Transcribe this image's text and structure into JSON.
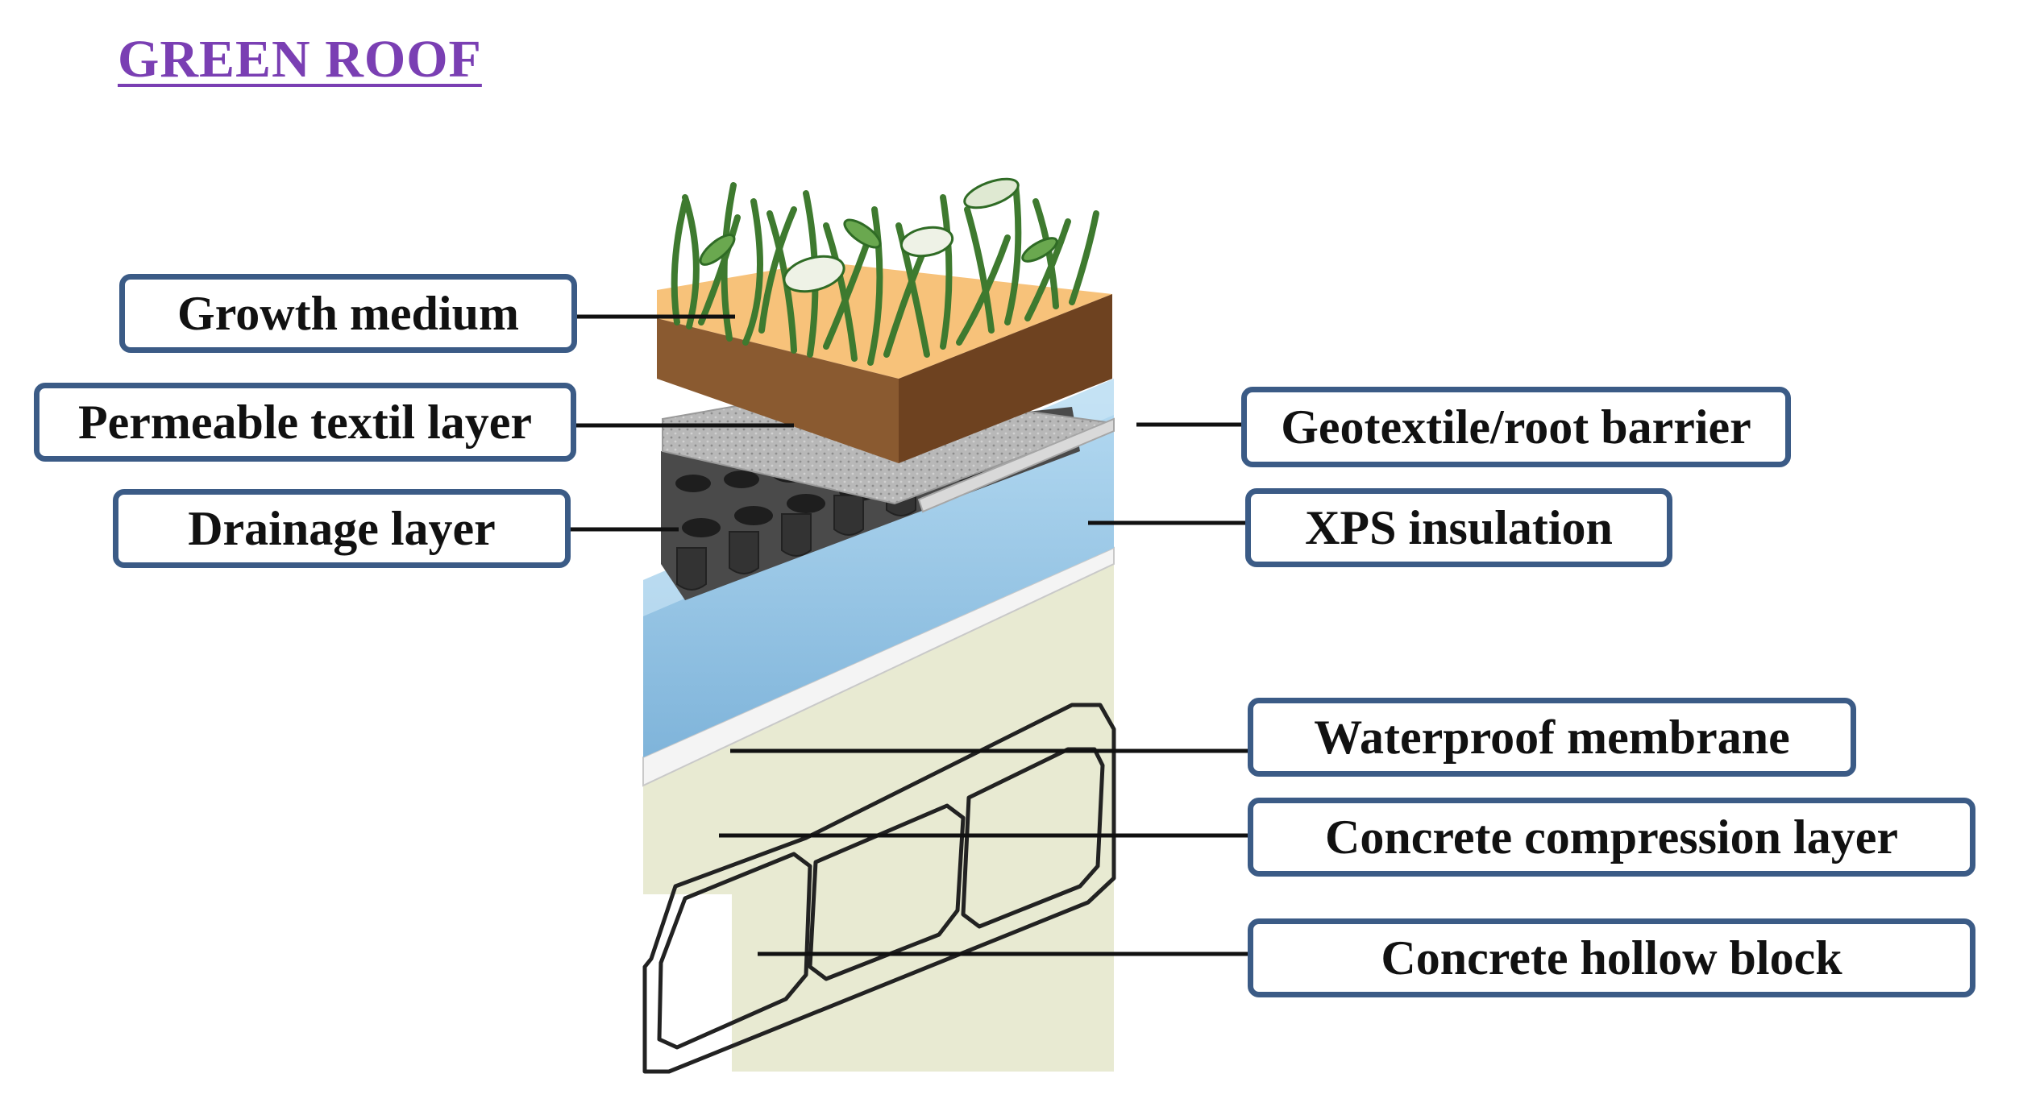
{
  "title": "GREEN ROOF",
  "colors": {
    "title": "#7a3fb3",
    "label_border": "#3b5b86",
    "soil": "#f7c27a",
    "soil_side": "#7a4a25",
    "plants": "#4f8f3c",
    "textile": "#b8b8b8",
    "drainage": "#3f3f3f",
    "insulation": "#9cc8e6",
    "membrane": "#f2f2f2",
    "concrete": "#e8ead2",
    "block_line": "#222222"
  },
  "layers": {
    "growth_medium": "Growth medium",
    "permeable_textile": "Permeable textil layer",
    "drainage": "Drainage layer",
    "geotextile": "Geotextile/root barrier",
    "xps": "XPS insulation",
    "waterproof": "Waterproof membrane",
    "compression": "Concrete compression layer",
    "hollow_block": "Concrete hollow block"
  }
}
